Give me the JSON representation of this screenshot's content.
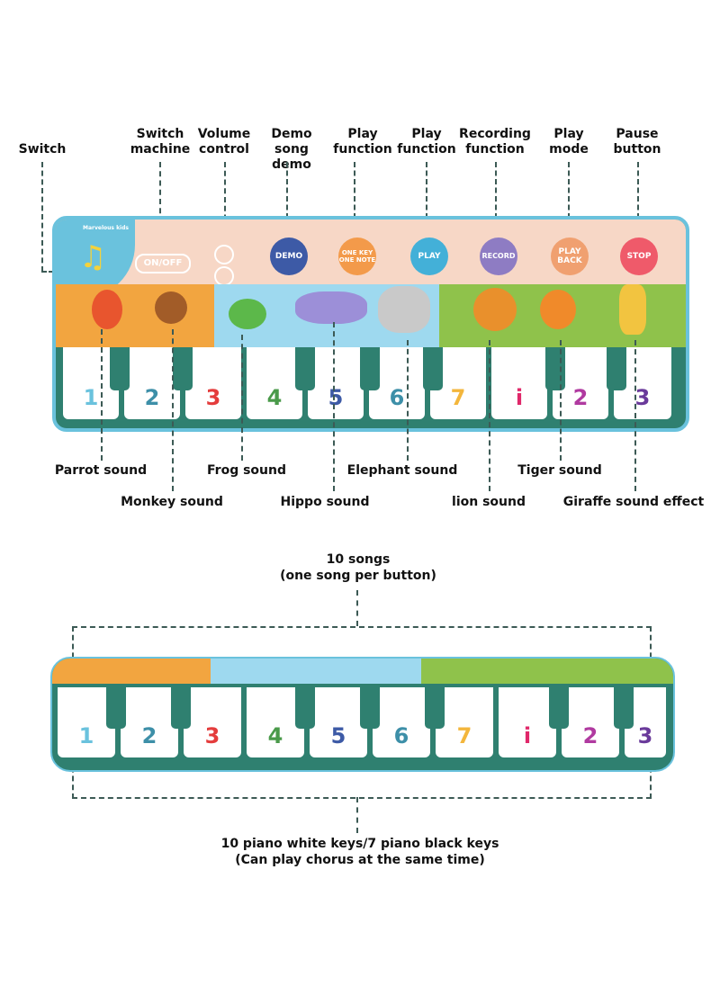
{
  "colors": {
    "mat_frame": "#6ac2dd",
    "mat_body": "#2f8070",
    "panel": "#f7d7c6",
    "orange_zone": "#f2a540",
    "water_zone": "#9ed9ef",
    "grass_zone": "#8fc24b",
    "demo_button": "#3d5aa6",
    "one_key_button": "#f39a4a",
    "play_button": "#43b0d8",
    "record_button": "#8e7cc3",
    "playback_button": "#f0a070",
    "stop_button": "#ef5a6a"
  },
  "top_labels": {
    "switch": "Switch",
    "switch_machine": "Switch\nmachine",
    "volume_control": "Volume\ncontrol",
    "demo_song": "Demo song\ndemo",
    "play_function_1": "Play\nfunction",
    "play_function_2": "Play\nfunction",
    "recording_function": "Recording\nfunction",
    "play_mode": "Play\nmode",
    "pause_button": "Pause\nbutton"
  },
  "panel": {
    "brand": "Marvelous kids",
    "on_off": "ON/OFF",
    "buttons": [
      {
        "name": "demo",
        "label": "DEMO"
      },
      {
        "name": "one-key-one-note",
        "label": "ONE KEY\nONE NOTE"
      },
      {
        "name": "play",
        "label": "PLAY"
      },
      {
        "name": "record",
        "label": "RECORD"
      },
      {
        "name": "play-back",
        "label": "PLAY\nBACK"
      },
      {
        "name": "stop",
        "label": "STOP"
      }
    ]
  },
  "keys": {
    "notes": [
      "1",
      "2",
      "3",
      "4",
      "5",
      "6",
      "7",
      "i",
      "2",
      "3"
    ],
    "note_colors": [
      "#6ac2dd",
      "#3d8fa8",
      "#e43c3c",
      "#4a9a4a",
      "#3d5aa6",
      "#3d8fa8",
      "#f3b63c",
      "#e0286a",
      "#b03aa0",
      "#6a3a9a"
    ]
  },
  "bottom_labels": {
    "parrot": "Parrot sound",
    "monkey": "Monkey sound",
    "frog": "Frog sound",
    "hippo": "Hippo sound",
    "elephant": "Elephant sound",
    "lion": "lion sound",
    "tiger": "Tiger sound",
    "giraffe": "Giraffe sound effect"
  },
  "second": {
    "songs_title": "10 songs",
    "songs_sub": "(one song per button)",
    "keys_title": "10 piano white keys/7 piano black keys",
    "keys_sub": "(Can play chorus at the same time)"
  }
}
